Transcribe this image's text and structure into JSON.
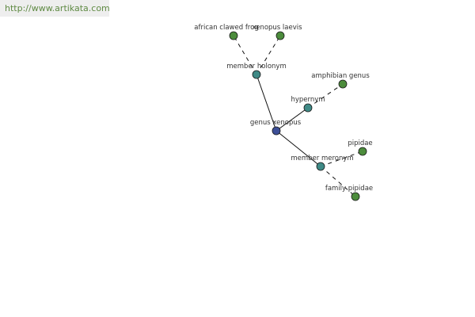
{
  "source_url": "http://www.artikata.com",
  "colors": {
    "center": "#3d4f97",
    "relation": "#3f8a86",
    "leaf": "#4c8c3c",
    "edge": "#111111",
    "banner_bg": "#eeeeee",
    "banner_text": "#5f8a43"
  },
  "graph": {
    "nodes": [
      {
        "id": "genus-xenopus",
        "label": "genus xenopus",
        "kind": "center"
      },
      {
        "id": "member-holonym",
        "label": "member holonym",
        "kind": "relation"
      },
      {
        "id": "hypernym",
        "label": "hypernym",
        "kind": "relation"
      },
      {
        "id": "member-meronym",
        "label": "member meronym",
        "kind": "relation"
      },
      {
        "id": "african-clawed-frog",
        "label": "african clawed frog",
        "kind": "leaf"
      },
      {
        "id": "xenopus-laevis",
        "label": "xenopus laevis",
        "kind": "leaf"
      },
      {
        "id": "amphibian-genus",
        "label": "amphibian genus",
        "kind": "leaf"
      },
      {
        "id": "pipidae",
        "label": "pipidae",
        "kind": "leaf"
      },
      {
        "id": "family-pipidae",
        "label": "family pipidae",
        "kind": "leaf"
      }
    ],
    "edges": [
      {
        "from": "genus-xenopus",
        "to": "member-holonym",
        "style": "solid"
      },
      {
        "from": "genus-xenopus",
        "to": "hypernym",
        "style": "solid"
      },
      {
        "from": "genus-xenopus",
        "to": "member-meronym",
        "style": "solid"
      },
      {
        "from": "member-holonym",
        "to": "african-clawed-frog",
        "style": "dashed"
      },
      {
        "from": "member-holonym",
        "to": "xenopus-laevis",
        "style": "dashed"
      },
      {
        "from": "hypernym",
        "to": "amphibian-genus",
        "style": "dashed"
      },
      {
        "from": "member-meronym",
        "to": "pipidae",
        "style": "dashed"
      },
      {
        "from": "member-meronym",
        "to": "family-pipidae",
        "style": "dashed"
      }
    ]
  }
}
